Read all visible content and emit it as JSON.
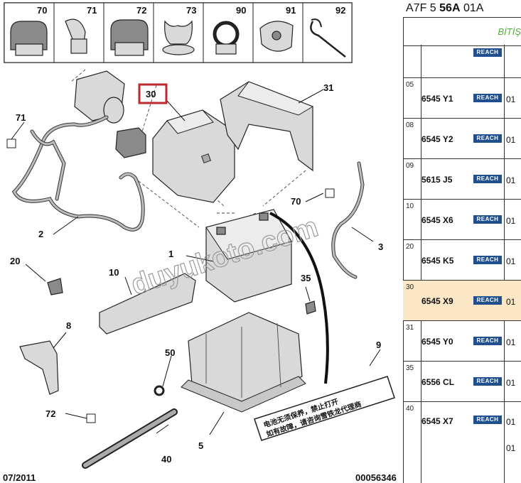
{
  "diagram": {
    "ref_top_labels": [
      "70",
      "71",
      "72",
      "73",
      "90",
      "91",
      "92"
    ],
    "callouts": {
      "c1": "1",
      "c2": "2",
      "c3": "3",
      "c5": "5",
      "c8": "8",
      "c9": "9",
      "c10": "10",
      "c20": "20",
      "c30": "30",
      "c31": "31",
      "c35": "35",
      "c40": "40",
      "c50": "50",
      "c70": "70",
      "c71": "71",
      "c72": "72"
    },
    "label_text": [
      "电池无须保养，禁止打开",
      "如有故障，请咨询雪铁龙代理商"
    ],
    "watermark": "duyukoto.com",
    "footer_date": "07/2011",
    "footer_code": "00056346"
  },
  "panel": {
    "title_part1": "A7F 5",
    "title_part2": "56A",
    "title_part3": "01A",
    "header_label": "BİTİŞ",
    "reach_label": "REACH",
    "rows": [
      {
        "num": "05",
        "ref": "6545 Y1",
        "qty": "01"
      },
      {
        "num": "08",
        "ref": "6545 Y2",
        "qty": "01"
      },
      {
        "num": "09",
        "ref": "5615 J5",
        "qty": "01"
      },
      {
        "num": "10",
        "ref": "6545 X6",
        "qty": "01"
      },
      {
        "num": "20",
        "ref": "6545 K5",
        "qty": "01"
      },
      {
        "num": "30",
        "ref": "6545 X9",
        "qty": "01"
      },
      {
        "num": "31",
        "ref": "6545 Y0",
        "qty": "01"
      },
      {
        "num": "35",
        "ref": "6556 CL",
        "qty": "01"
      },
      {
        "num": "40",
        "ref": "6545 X7",
        "qty": "01"
      }
    ],
    "extra_qty": "01",
    "colors": {
      "reach_badge": "#1f4f8f",
      "selected_row": "#fbe7c6",
      "header_label": "#4fae37",
      "highlight_box": "#c0282d"
    }
  }
}
